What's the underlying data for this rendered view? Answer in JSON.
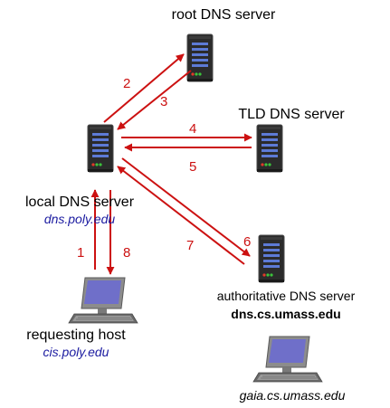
{
  "colors": {
    "arrow": "#cc1111",
    "hostname": "#1a1aa0",
    "server_body": "#2b2b2b",
    "server_edge": "#4a4a4a",
    "drive_bay": "#5d7bd6",
    "led_red": "#e23a2a",
    "led_green": "#3cc43c",
    "screen": "#6f6fc9",
    "monitor_frame": "#8c8c8c"
  },
  "nodes": {
    "root": {
      "label": "root DNS server"
    },
    "tld": {
      "label": "TLD DNS server"
    },
    "local": {
      "label": "local DNS server",
      "hostname": "dns.poly.edu"
    },
    "authoritative": {
      "label": "authoritative DNS server",
      "hostname": "dns.cs.umass.edu"
    },
    "requesting": {
      "label": "requesting host",
      "hostname": "cis.poly.edu"
    },
    "gaia": {
      "hostname": "gaia.cs.umass.edu"
    }
  },
  "steps": [
    {
      "n": "1",
      "from": "requesting host",
      "to": "local DNS server"
    },
    {
      "n": "2",
      "from": "local DNS server",
      "to": "root DNS server"
    },
    {
      "n": "3",
      "from": "root DNS server",
      "to": "local DNS server"
    },
    {
      "n": "4",
      "from": "local DNS server",
      "to": "TLD DNS server"
    },
    {
      "n": "5",
      "from": "TLD DNS server",
      "to": "local DNS server"
    },
    {
      "n": "6",
      "from": "local DNS server",
      "to": "authoritative DNS server"
    },
    {
      "n": "7",
      "from": "authoritative DNS server",
      "to": "local DNS server"
    },
    {
      "n": "8",
      "from": "local DNS server",
      "to": "requesting host"
    }
  ]
}
